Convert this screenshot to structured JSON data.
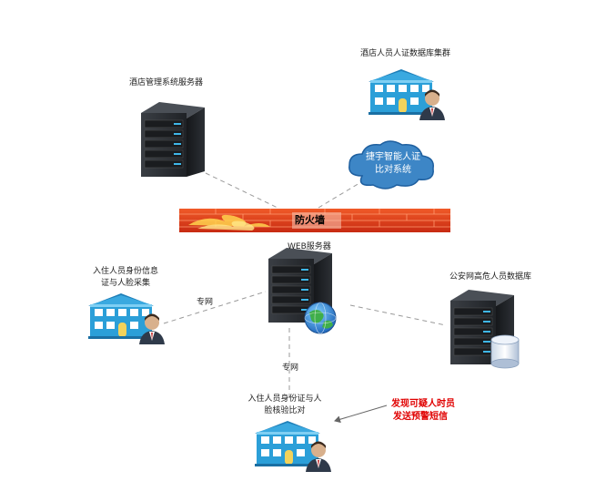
{
  "nodes": {
    "hotel_server": {
      "label": "酒店管理系统服务器"
    },
    "hotel_db_cluster": {
      "label": "酒店人员人证数据库集群"
    },
    "jieyu_system": {
      "line1": "捷宇智能人证",
      "line2": "比对系统"
    },
    "firewall": {
      "label": "防火墙"
    },
    "web_server": {
      "label": "WEB服务器"
    },
    "checkin_collection": {
      "line1": "入住人员身份信息",
      "line2": "证与人脸采集"
    },
    "police_db": {
      "label": "公安网高危人员数据库"
    },
    "checkin_verify": {
      "line1": "入住人员身份证与人",
      "line2": "脸核验比对"
    }
  },
  "links": {
    "private_net_left": "专网",
    "private_net_bottom": "专网"
  },
  "alert": {
    "line1": "发现可疑人时员",
    "line2": "发送预警短信"
  },
  "colors": {
    "alert_red": "#e00000",
    "firewall_red": "#d9381e",
    "building_blue": "#2b9fd8",
    "server_dark": "#2a2d31",
    "cloud_blue": "#3d86c6"
  }
}
